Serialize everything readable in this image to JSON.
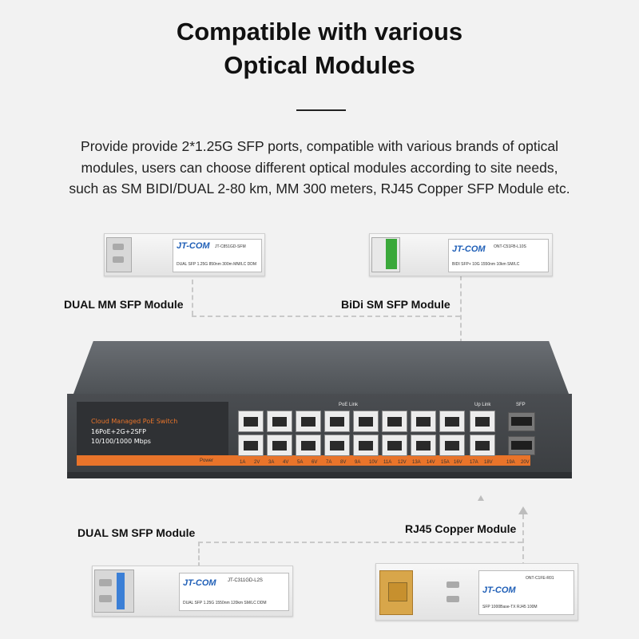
{
  "heading": {
    "line1": "Compatible with various",
    "line2": "Optical Modules"
  },
  "description": {
    "line1": "Provide provide 2*1.25G SFP ports, compatible with various brands of optical",
    "line2": "modules, users can choose different optical modules according to site needs,",
    "line3": "such as SM BIDI/DUAL 2-80 km, MM 300 meters, RJ45 Copper SFP Module etc."
  },
  "modules": {
    "dual_mm": {
      "label": "DUAL MM SFP Module",
      "brand": "JT-COM",
      "model": "JT-C851GD-SFM",
      "spec": "DUAL SFP 1.25G 850nm 300m MM/LC DDM"
    },
    "bidi_sm": {
      "label": "BiDi SM SFP Module",
      "brand": "JT-COM",
      "model": "ONT-C51FB-L10S",
      "spec": "BIDI SFP+ 10G 1550nm 10km SM/LC"
    },
    "dual_sm": {
      "label": "DUAL SM SFP Module",
      "brand": "JT-COM",
      "model": "JT-C311GD-L2S",
      "spec": "DUAL SFP 1.25G 1550nm 120km SM/LC DDM"
    },
    "rj45": {
      "label": "RJ45 Copper Module",
      "brand": "JT-COM",
      "model": "ONT-C1FE-R01",
      "spec": "SFP 1000Base-TX RJ45 100M"
    }
  },
  "switch": {
    "product_name": "Cloud Managed PoE Switch",
    "ports_spec": "16PoE+2G+2SFP",
    "speed": "10/100/1000 Mbps",
    "poe_label": "PoE Link",
    "uplink_label": "Up Link",
    "sfp_label": "SFP",
    "power_label": "Power",
    "ports_top": [
      "1A",
      "3A",
      "5A",
      "7A",
      "9A",
      "11A",
      "13A",
      "15A"
    ],
    "ports_bottom": [
      "2V",
      "4V",
      "6V",
      "8V",
      "10V",
      "12V",
      "14V",
      "16V"
    ],
    "uplink_ports": [
      "17A",
      "18V"
    ],
    "sfp_ports": [
      "19A",
      "20V"
    ]
  },
  "colors": {
    "accent": "#e9742a",
    "brand_blue": "#1f5fb7",
    "chassis": "#45484c"
  }
}
